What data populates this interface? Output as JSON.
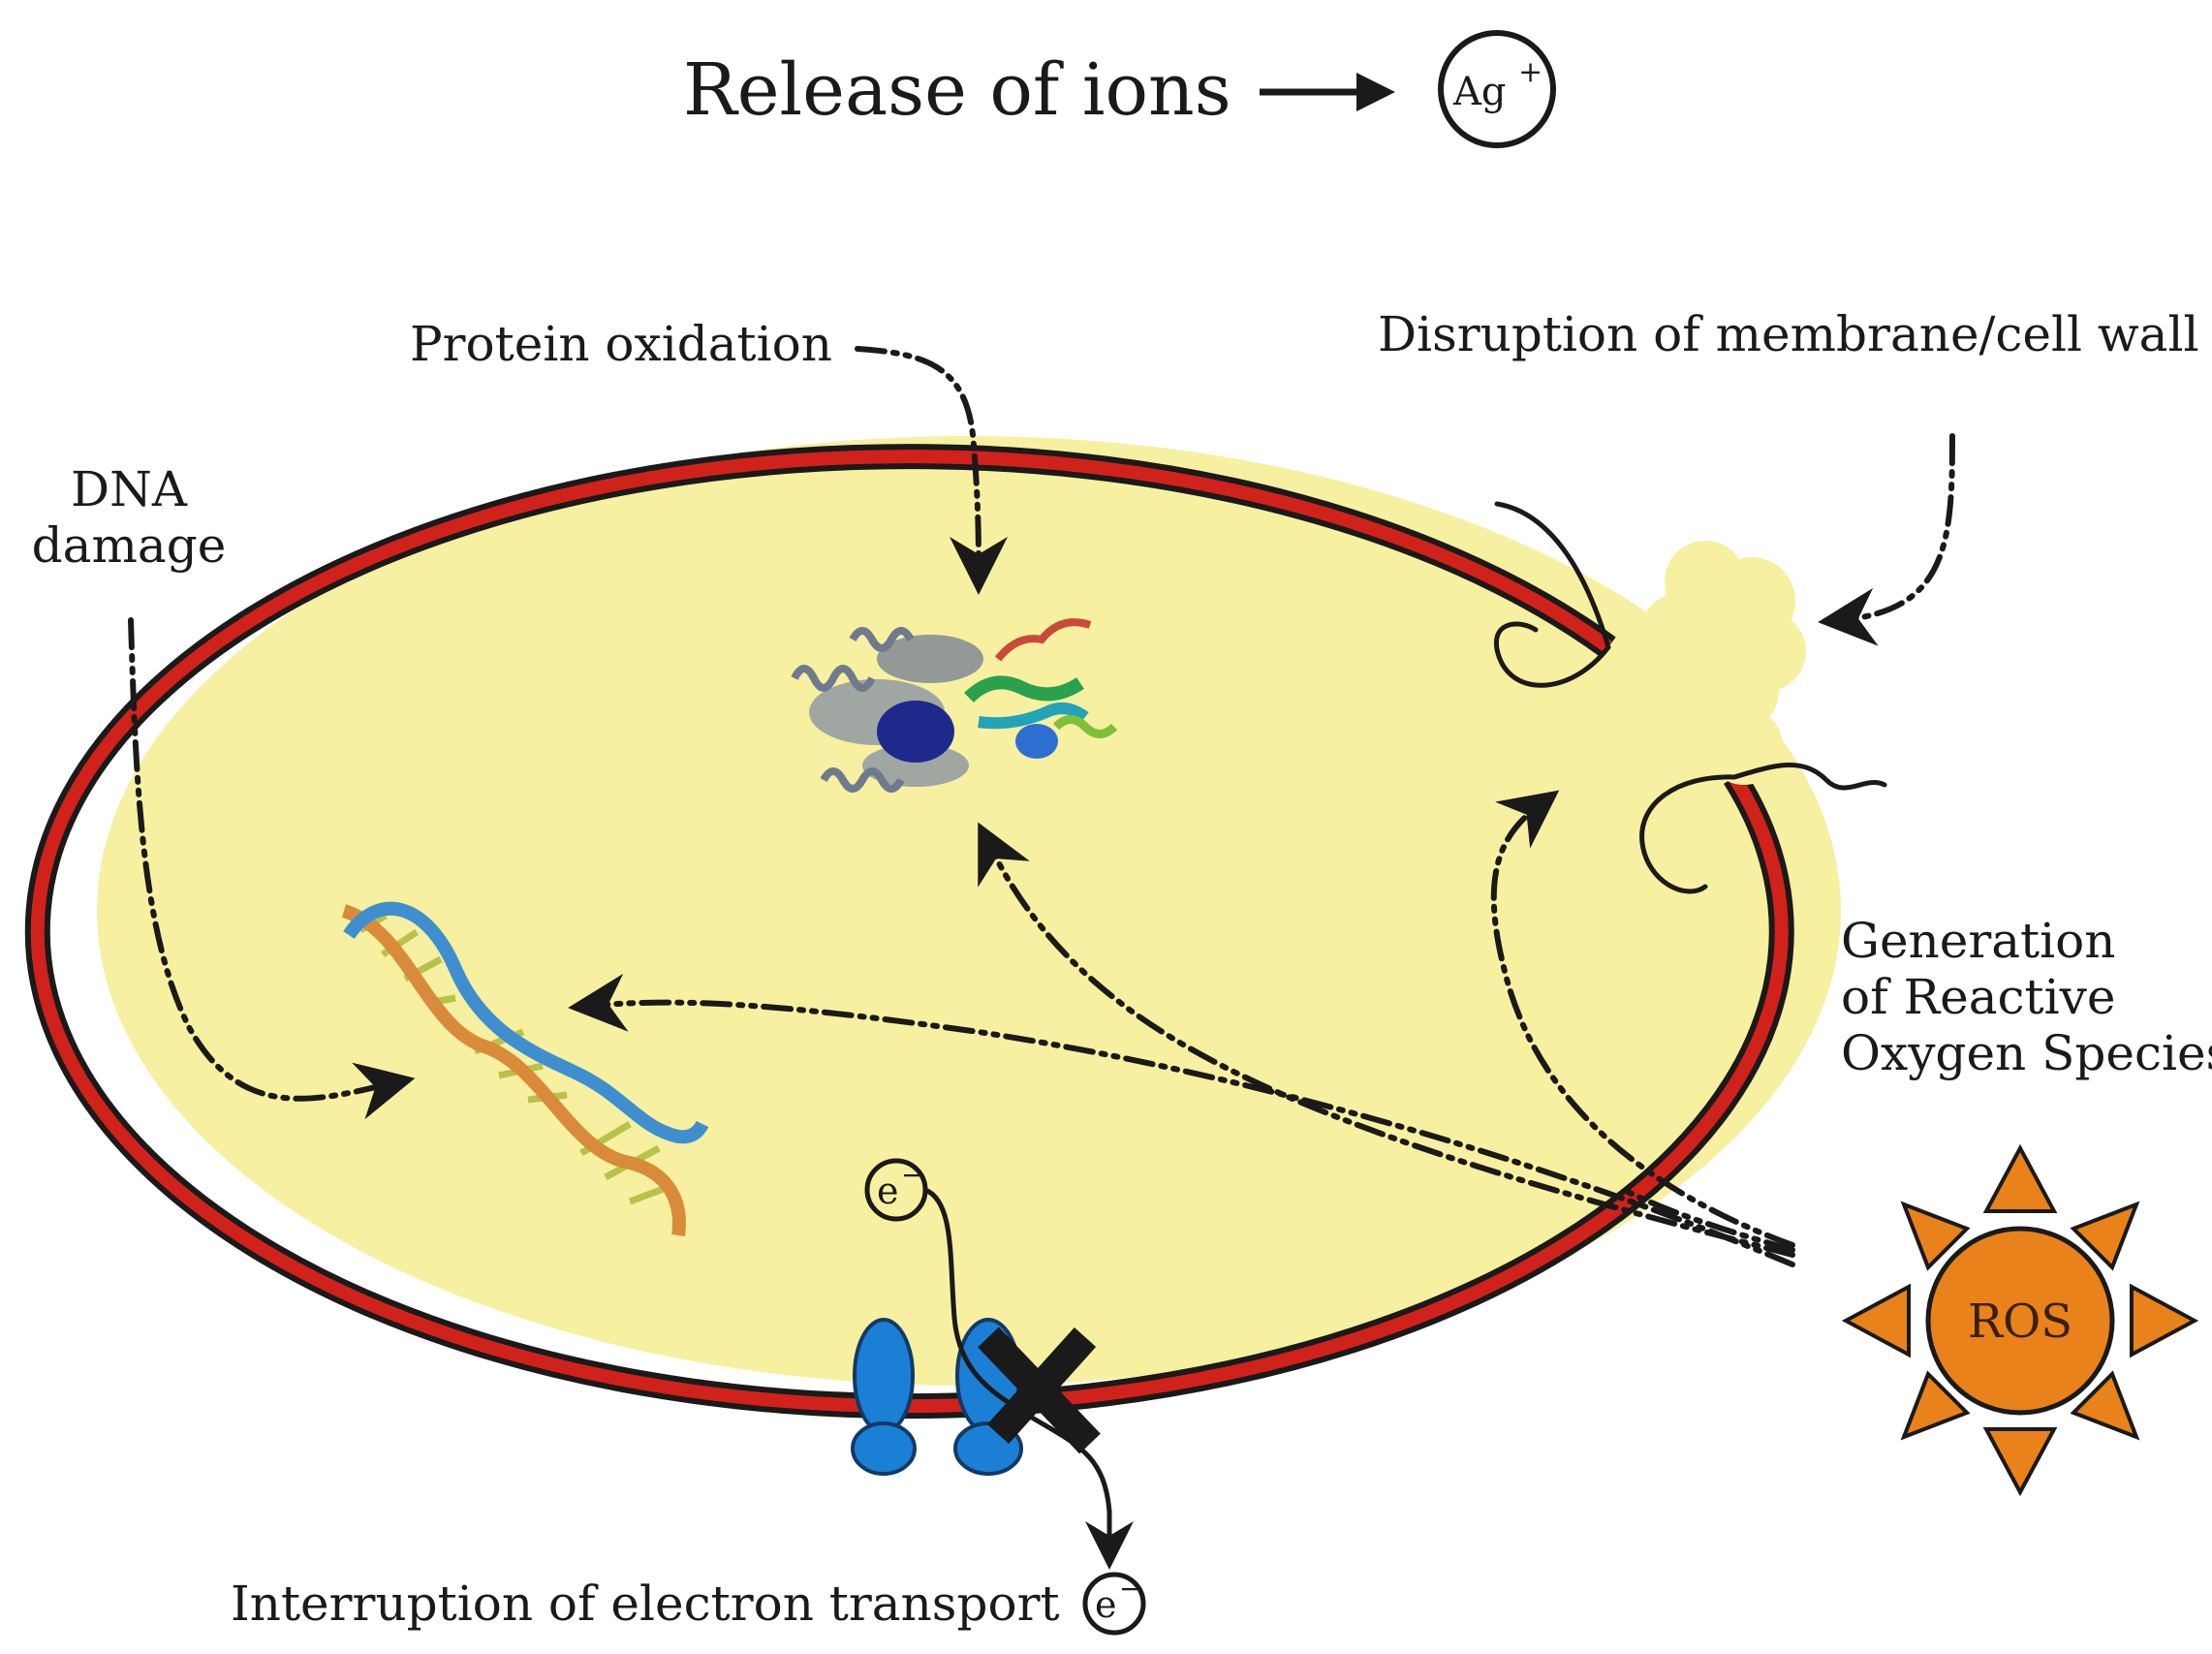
{
  "title": {
    "text": "Release of ions",
    "ion": "Ag",
    "ion_charge": "+"
  },
  "labels": {
    "protein_oxidation": "Protein oxidation",
    "membrane_disruption": "Disruption of membrane/cell wall",
    "dna_damage": [
      "DNA",
      "damage"
    ],
    "ros_generation": [
      "Generation",
      "of Reactive",
      "Oxygen Species"
    ],
    "electron_transport": "Interruption of electron transport",
    "electron": "e",
    "electron_charge": "−",
    "ros": "ROS"
  },
  "colors": {
    "cytoplasm": "#f6f0a0",
    "membrane_red": "#d0221b",
    "membrane_outline": "#1a1a1a",
    "ros_orange": "#e9821a",
    "transporter_blue": "#1c7fd6",
    "dna_orange": "#d98b3a",
    "dna_blue": "#3f8fd0",
    "dna_rungs": "#b6c24a",
    "protein_gray": "#6f7a8c",
    "protein_navy": "#1d2a8c",
    "protein_green": "#2aa14c"
  },
  "icons": [
    "ag-ion-icon",
    "dna-helix-icon",
    "protein-structure-icon",
    "ros-sun-icon",
    "electron-icon",
    "transporter-protein-icon",
    "block-x-icon"
  ]
}
